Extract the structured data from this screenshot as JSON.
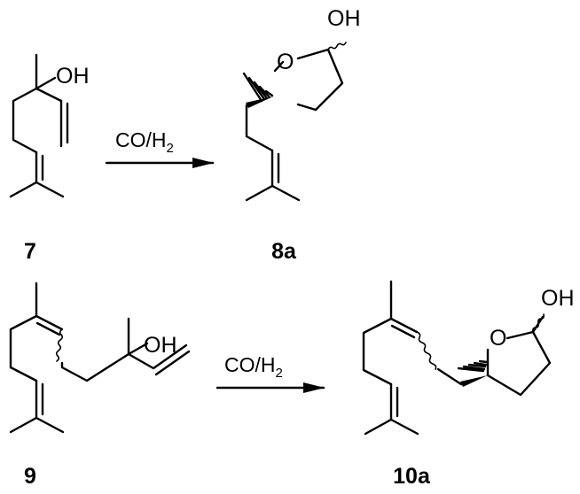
{
  "reactions": [
    {
      "substrate": {
        "label": "7",
        "groups": [
          "OH"
        ]
      },
      "reagent": {
        "main": "CO/H",
        "subscript": "2"
      },
      "product": {
        "label": "8a",
        "groups": [
          "OH",
          "O"
        ]
      }
    },
    {
      "substrate": {
        "label": "9",
        "groups": [
          "OH"
        ]
      },
      "reagent": {
        "main": "CO/H",
        "subscript": "2"
      },
      "product": {
        "label": "10a",
        "groups": [
          "OH",
          "O"
        ]
      }
    }
  ],
  "colors": {
    "ink": "#000000",
    "background": "#ffffff"
  }
}
